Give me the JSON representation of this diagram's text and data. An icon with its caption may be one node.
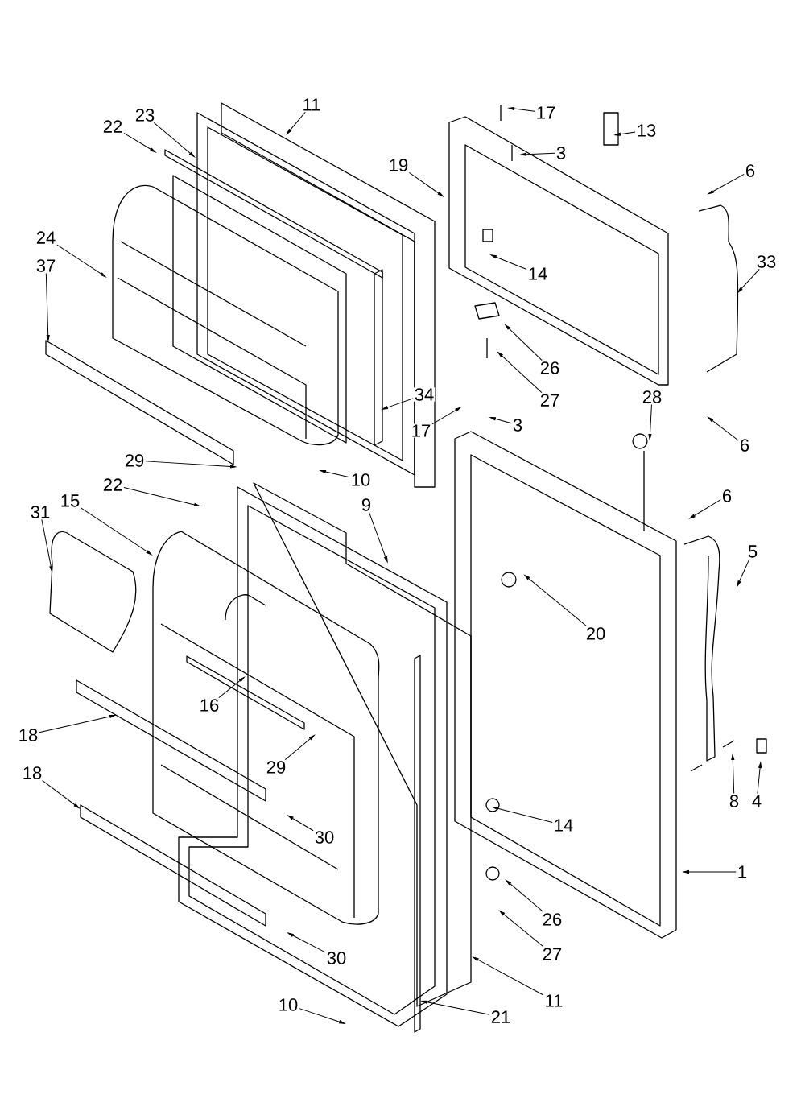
{
  "diagram": {
    "nodes": [
      {
        "text": [
          "11"
        ]
      },
      {
        "text": [
          "23"
        ]
      },
      {
        "text": [
          "22"
        ]
      },
      {
        "text": [
          "17"
        ]
      },
      {
        "text": [
          "13"
        ]
      },
      {
        "text": [
          "3"
        ]
      },
      {
        "text": [
          "19"
        ]
      },
      {
        "text": [
          "6"
        ]
      },
      {
        "text": [
          "24"
        ]
      },
      {
        "text": [
          "37"
        ]
      },
      {
        "text": [
          "33"
        ]
      },
      {
        "text": [
          "14"
        ]
      },
      {
        "text": [
          "26"
        ]
      },
      {
        "text": [
          "27"
        ]
      },
      {
        "text": [
          "28"
        ]
      },
      {
        "text": [
          "34"
        ]
      },
      {
        "text": [
          "17"
        ]
      },
      {
        "text": [
          "3"
        ]
      },
      {
        "text": [
          "6"
        ]
      },
      {
        "text": [
          "29"
        ]
      },
      {
        "text": [
          "10"
        ]
      },
      {
        "text": [
          "22"
        ]
      },
      {
        "text": [
          "15"
        ]
      },
      {
        "text": [
          "9"
        ]
      },
      {
        "text": [
          "31"
        ]
      },
      {
        "text": [
          "6"
        ]
      },
      {
        "text": [
          "5"
        ]
      },
      {
        "text": [
          "20"
        ]
      },
      {
        "text": [
          "16"
        ]
      },
      {
        "text": [
          "18"
        ]
      },
      {
        "text": [
          "29"
        ]
      },
      {
        "text": [
          "18"
        ]
      },
      {
        "text": [
          "8"
        ]
      },
      {
        "text": [
          "4"
        ]
      },
      {
        "text": [
          "30"
        ]
      },
      {
        "text": [
          "14"
        ]
      },
      {
        "text": [
          "1"
        ]
      },
      {
        "text": [
          "26"
        ]
      },
      {
        "text": [
          "27"
        ]
      },
      {
        "text": [
          "30"
        ]
      },
      {
        "text": [
          "11"
        ]
      },
      {
        "text": [
          "10"
        ]
      },
      {
        "text": [
          "21"
        ]
      }
    ],
    "edges": [
      {
        "from": 0,
        "to": null,
        "arrow": "to"
      },
      {
        "from": 1,
        "to": null,
        "arrow": "to"
      },
      {
        "from": 2,
        "to": null,
        "arrow": "to"
      },
      {
        "from": 3,
        "to": null,
        "arrow": "to"
      },
      {
        "from": 4,
        "to": null,
        "arrow": "to"
      },
      {
        "from": 5,
        "to": null,
        "arrow": "to"
      },
      {
        "from": 6,
        "to": null,
        "arrow": "to"
      },
      {
        "from": 7,
        "to": null,
        "arrow": "to"
      },
      {
        "from": 8,
        "to": null,
        "arrow": "to"
      },
      {
        "from": 9,
        "to": null,
        "arrow": "to"
      },
      {
        "from": 10,
        "to": null,
        "arrow": "to"
      },
      {
        "from": 11,
        "to": null,
        "arrow": "to"
      },
      {
        "from": 12,
        "to": null,
        "arrow": "to"
      },
      {
        "from": 13,
        "to": null,
        "arrow": "to"
      },
      {
        "from": 14,
        "to": null,
        "arrow": "to"
      },
      {
        "from": 15,
        "to": null,
        "arrow": "to"
      },
      {
        "from": 16,
        "to": null,
        "arrow": "to"
      },
      {
        "from": 17,
        "to": null,
        "arrow": "to"
      },
      {
        "from": 18,
        "to": null,
        "arrow": "to"
      },
      {
        "from": 19,
        "to": null,
        "arrow": "to"
      },
      {
        "from": 20,
        "to": null,
        "arrow": "to"
      },
      {
        "from": 21,
        "to": null,
        "arrow": "to"
      },
      {
        "from": 22,
        "to": null,
        "arrow": "to"
      },
      {
        "from": 23,
        "to": null,
        "arrow": "to"
      },
      {
        "from": 24,
        "to": null,
        "arrow": "to"
      },
      {
        "from": 25,
        "to": null,
        "arrow": "to"
      },
      {
        "from": 26,
        "to": null,
        "arrow": "to"
      },
      {
        "from": 27,
        "to": null,
        "arrow": "to"
      },
      {
        "from": 28,
        "to": null,
        "arrow": "to"
      },
      {
        "from": 29,
        "to": null,
        "arrow": "to"
      },
      {
        "from": 30,
        "to": null,
        "arrow": "to"
      },
      {
        "from": 31,
        "to": null,
        "arrow": "to"
      },
      {
        "from": 32,
        "to": null,
        "arrow": "to"
      },
      {
        "from": 33,
        "to": null,
        "arrow": "to"
      },
      {
        "from": 34,
        "to": null,
        "arrow": "to"
      },
      {
        "from": 35,
        "to": null,
        "arrow": "to"
      },
      {
        "from": 36,
        "to": null,
        "arrow": "to"
      },
      {
        "from": 37,
        "to": null,
        "arrow": "to"
      },
      {
        "from": 38,
        "to": null,
        "arrow": "to"
      },
      {
        "from": 39,
        "to": null,
        "arrow": "to"
      },
      {
        "from": 40,
        "to": null,
        "arrow": "to"
      },
      {
        "from": 41,
        "to": null,
        "arrow": "to"
      },
      {
        "from": 42,
        "to": null,
        "arrow": "to"
      }
    ]
  }
}
